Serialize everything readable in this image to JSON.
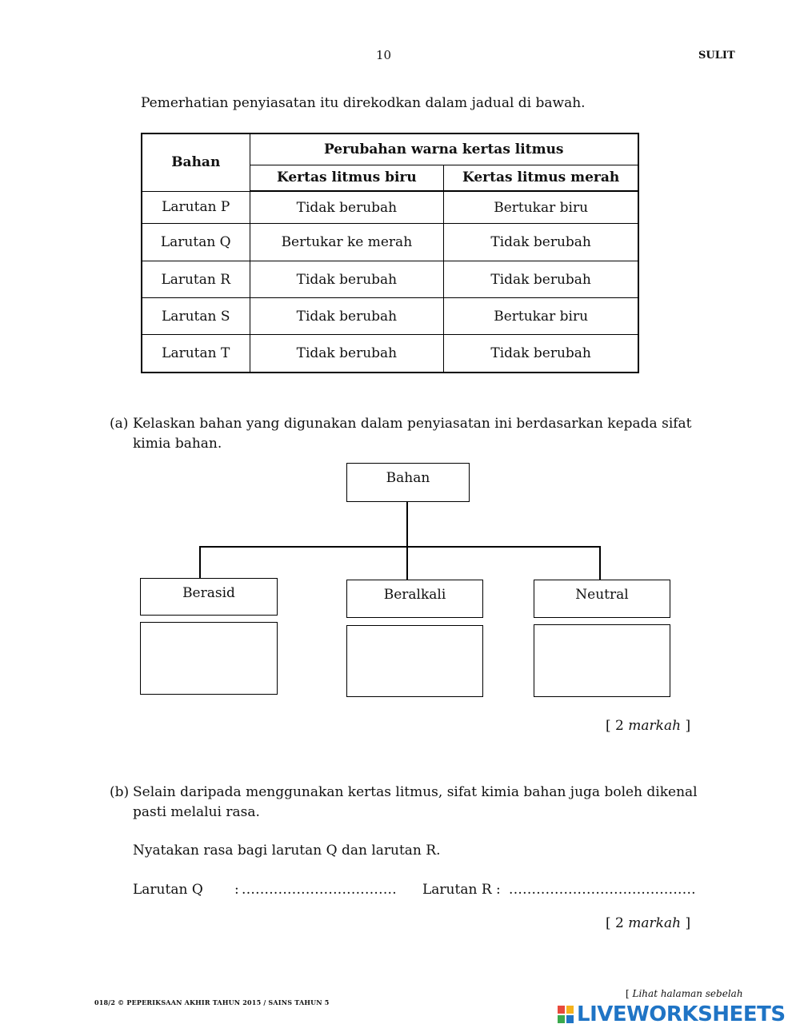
{
  "header": {
    "page_number": "10",
    "classification": "SULIT"
  },
  "intro_text": "Pemerhatian penyiasatan itu direkodkan dalam jadual di bawah.",
  "table": {
    "header_bahan": "Bahan",
    "header_group": "Perubahan warna kertas litmus",
    "header_blue": "Kertas litmus biru",
    "header_red": "Kertas litmus merah",
    "rows": [
      {
        "bahan": "Larutan P",
        "biru": "Tidak berubah",
        "merah": "Bertukar biru"
      },
      {
        "bahan": "Larutan Q",
        "biru": "Bertukar ke merah",
        "merah": "Tidak berubah"
      },
      {
        "bahan": "Larutan R",
        "biru": "Tidak berubah",
        "merah": "Tidak berubah"
      },
      {
        "bahan": "Larutan S",
        "biru": "Tidak berubah",
        "merah": "Bertukar biru"
      },
      {
        "bahan": "Larutan T",
        "biru": "Tidak berubah",
        "merah": "Tidak berubah"
      }
    ]
  },
  "question_a": {
    "label": "(a)",
    "line1": "Kelaskan bahan yang digunakan dalam penyiasatan ini berdasarkan kepada sifat",
    "line2": "kimia bahan.",
    "diagram": {
      "root": "Bahan",
      "categories": [
        "Berasid",
        "Beralkali",
        "Neutral"
      ]
    },
    "marks_open": "[ 2 ",
    "marks_word": "markah",
    "marks_close": " ]"
  },
  "question_b": {
    "label": "(b)",
    "line1": "Selain daripada menggunakan kertas litmus, sifat kimia bahan juga boleh dikenal",
    "line2": "pasti melalui rasa.",
    "instruction": "Nyatakan rasa bagi larutan Q dan larutan R.",
    "q_label": "Larutan Q",
    "q_colon": ":",
    "q_dots": "..................................",
    "r_label": "Larutan R :",
    "r_dots": ".........................................",
    "marks_open": "[ 2 ",
    "marks_word": "markah",
    "marks_close": " ]"
  },
  "footer": {
    "left": "018/2   ©  PEPERIKSAAN AKHIR TAHUN 2015 / SAINS TAHUN 5",
    "right_open": "[ ",
    "right_text": "Lihat halaman sebelah",
    "watermark": "LIVEWORKSHEETS",
    "logo_colors": [
      "#e84a3c",
      "#f5b21b",
      "#3aa94d",
      "#1f74c5"
    ]
  }
}
